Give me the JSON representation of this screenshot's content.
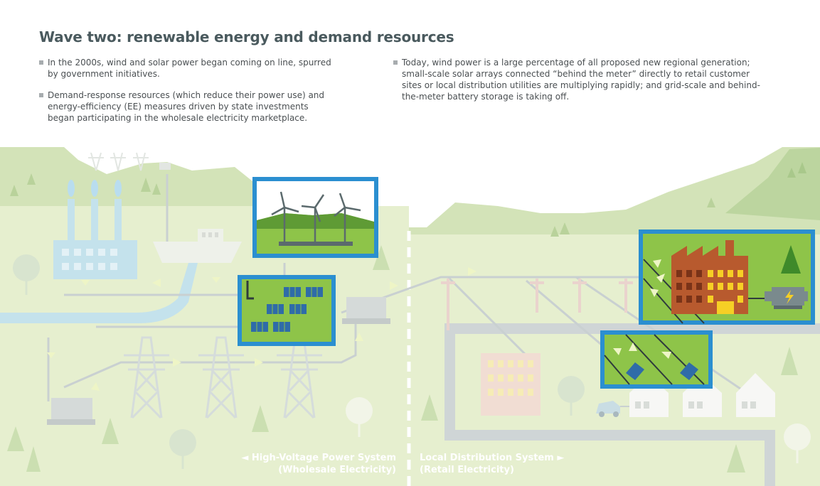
{
  "header": {
    "title": "Wave two: renewable energy and demand resources"
  },
  "bullets_left": [
    "In the 2000s, wind and solar power began coming on line, spurred by government initiatives.",
    "Demand-response resources (which reduce their power use) and energy-efficiency (EE) measures driven by state investments began participating in the wholesale electricity marketplace."
  ],
  "bullets_right": [
    "Today, wind power is a large percentage of all proposed new regional generation; small-scale solar arrays connected “behind the meter” directly to retail customer sites or local distribution utilities are multiplying rapidly; and grid-scale and behind-the-meter battery storage is taking off."
  ],
  "system_labels": {
    "left_line1": "◄ High-Voltage Power System",
    "left_line2": "(Wholesale Electricity)",
    "right_line1": "Local Distribution System ►",
    "right_line2": "(Retail Electricity)"
  },
  "colors": {
    "highlight_frame": "#2b8fd0",
    "grass": "#e6efcf",
    "hills": "#d3e3b8",
    "hill_dark": "#b9d29b",
    "highlight_green": "#8ec449",
    "faded_line": "#c9d0d1",
    "water": "#c4e2ec",
    "factory": "#b85a2e",
    "window_yellow": "#f6cf25"
  }
}
